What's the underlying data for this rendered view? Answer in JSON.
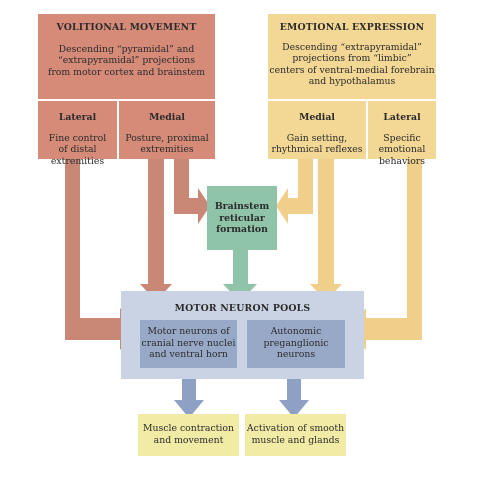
{
  "colors": {
    "volitional": "#d58b78",
    "volitional_arrow": "#c98775",
    "emotional": "#f3d795",
    "emotional_arrow": "#f0cf8a",
    "reticular": "#8fc4a8",
    "reticular_arrow": "#8fc4a8",
    "pool": "#c9d3e3",
    "neuron": "#98a9c8",
    "neuron_arrow": "#8ea0c4",
    "output": "#f2eba6"
  },
  "volitional": {
    "title": "VOLITIONAL MOVEMENT",
    "desc": [
      "Descending “pyramidal” and",
      "“extrapyramidal” projections",
      "from motor cortex and brainstem"
    ],
    "lateral": {
      "title": "Lateral",
      "desc": [
        "Fine control",
        "of distal extremities"
      ]
    },
    "medial": {
      "title": "Medial",
      "desc": [
        "Posture, proximal",
        "extremities"
      ]
    }
  },
  "emotional": {
    "title": "EMOTIONAL EXPRESSION",
    "desc": [
      "Descending “extrapyramidal”",
      "projections from “limbic”",
      "centers of ventral-medial forebrain",
      "and hypothalamus"
    ],
    "medial": {
      "title": "Medial",
      "desc": [
        "Gain setting,",
        "rhythmical reflexes"
      ]
    },
    "lateral": {
      "title": "Lateral",
      "desc": [
        "Specific emotional",
        "behaviors"
      ]
    }
  },
  "reticular": {
    "desc": [
      "Brainstem",
      "reticular",
      "formation"
    ]
  },
  "motor_pools": {
    "title": "MOTOR NEURON POOLS",
    "somatic": [
      "Motor neurons of",
      "cranial nerve nuclei",
      "and ventral horn"
    ],
    "autonomic": [
      "Autonomic",
      "preganglionic",
      "neurons"
    ]
  },
  "outputs": {
    "muscle": [
      "Muscle contraction",
      "and movement"
    ],
    "smooth": [
      "Activation of smooth",
      "muscle and glands"
    ]
  }
}
